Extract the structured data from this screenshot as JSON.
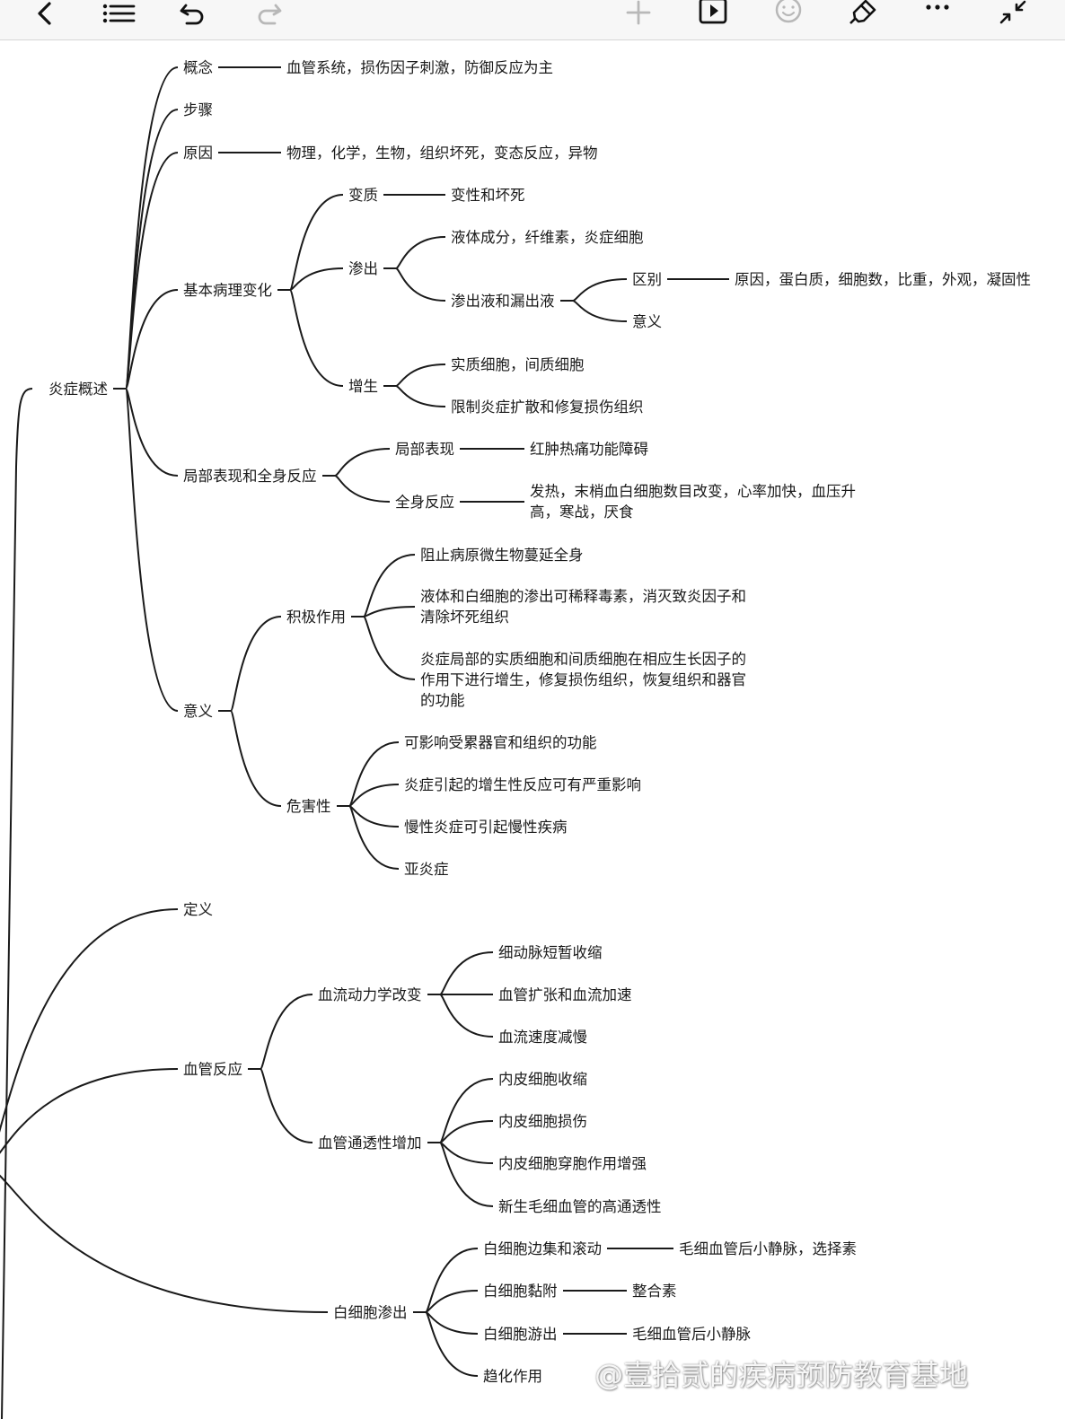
{
  "toolbar": {
    "icons": [
      "back-icon",
      "outline-list-icon",
      "undo-icon",
      "redo-icon",
      "add-icon",
      "play-icon",
      "emoji-icon",
      "format-brush-icon",
      "more-icon",
      "collapse-icon"
    ]
  },
  "mindmap": {
    "line_color": "#1a1a1a",
    "nodes": [
      {
        "id": "root",
        "label": "炎症概述"
      },
      {
        "id": "gainian",
        "label": "概念",
        "parent": "root"
      },
      {
        "id": "gainian_d",
        "label": "血管系统，损伤因子刺激，防御反应为主",
        "parent": "gainian"
      },
      {
        "id": "buzhou",
        "label": "步骤",
        "parent": "root"
      },
      {
        "id": "yuanyin",
        "label": "原因",
        "parent": "root"
      },
      {
        "id": "yuanyin_d",
        "label": "物理，化学，生物，组织坏死，变态反应，异物",
        "parent": "yuanyin"
      },
      {
        "id": "jiben",
        "label": "基本病理变化",
        "parent": "root"
      },
      {
        "id": "bianzhi",
        "label": "变质",
        "parent": "jiben"
      },
      {
        "id": "bianzhi_d",
        "label": "变性和坏死",
        "parent": "bianzhi"
      },
      {
        "id": "shenchu",
        "label": "渗出",
        "parent": "jiben"
      },
      {
        "id": "shenchu_1",
        "label": "液体成分，纤维素，炎症细胞",
        "parent": "shenchu"
      },
      {
        "id": "shenchu_2",
        "label": "渗出液和漏出液",
        "parent": "shenchu"
      },
      {
        "id": "qubie",
        "label": "区别",
        "parent": "shenchu_2"
      },
      {
        "id": "qubie_d",
        "label": "原因，蛋白质，细胞数，比重，外观，凝固性",
        "parent": "qubie"
      },
      {
        "id": "yiyi_s",
        "label": "意义",
        "parent": "shenchu_2"
      },
      {
        "id": "zengsheng",
        "label": "增生",
        "parent": "jiben"
      },
      {
        "id": "zs_1",
        "label": "实质细胞，间质细胞",
        "parent": "zengsheng"
      },
      {
        "id": "zs_2",
        "label": "限制炎症扩散和修复损伤组织",
        "parent": "zengsheng"
      },
      {
        "id": "jubu",
        "label": "局部表现和全身反应",
        "parent": "root"
      },
      {
        "id": "jbbx",
        "label": "局部表现",
        "parent": "jubu"
      },
      {
        "id": "jbbx_d",
        "label": "红肿热痛功能障碍",
        "parent": "jbbx"
      },
      {
        "id": "qsfy",
        "label": "全身反应",
        "parent": "jubu"
      },
      {
        "id": "qsfy_d",
        "label": "发热，末梢血白细胞数目改变，心率加快，血压升高，寒战，厌食",
        "parent": "qsfy"
      },
      {
        "id": "yiyi",
        "label": "意义",
        "parent": "root"
      },
      {
        "id": "jiji",
        "label": "积极作用",
        "parent": "yiyi"
      },
      {
        "id": "jiji_1",
        "label": "阻止病原微生物蔓延全身",
        "parent": "jiji"
      },
      {
        "id": "jiji_2",
        "label": "液体和白细胞的渗出可稀释毒素，消灭致炎因子和清除坏死组织",
        "parent": "jiji"
      },
      {
        "id": "jiji_3",
        "label": "炎症局部的实质细胞和间质细胞在相应生长因子的作用下进行增生，修复损伤组织，恢复组织和器官的功能",
        "parent": "jiji"
      },
      {
        "id": "weihai",
        "label": "危害性",
        "parent": "yiyi"
      },
      {
        "id": "wh_1",
        "label": "可影响受累器官和组织的功能",
        "parent": "weihai"
      },
      {
        "id": "wh_2",
        "label": "炎症引起的增生性反应可有严重影响",
        "parent": "weihai"
      },
      {
        "id": "wh_3",
        "label": "慢性炎症可引起慢性疾病",
        "parent": "weihai"
      },
      {
        "id": "wh_4",
        "label": "亚炎症",
        "parent": "weihai"
      },
      {
        "id": "root2",
        "label": ""
      },
      {
        "id": "dingyi",
        "label": "定义",
        "parent": "root2"
      },
      {
        "id": "xgfy",
        "label": "血管反应",
        "parent": "root2"
      },
      {
        "id": "xldl",
        "label": "血流动力学改变",
        "parent": "xgfy"
      },
      {
        "id": "xldl_1",
        "label": "细动脉短暂收缩",
        "parent": "xldl"
      },
      {
        "id": "xldl_2",
        "label": "血管扩张和血流加速",
        "parent": "xldl"
      },
      {
        "id": "xldl_3",
        "label": "血流速度减慢",
        "parent": "xldl"
      },
      {
        "id": "xgtt",
        "label": "血管通透性增加",
        "parent": "xgfy"
      },
      {
        "id": "xgtt_1",
        "label": "内皮细胞收缩",
        "parent": "xgtt"
      },
      {
        "id": "xgtt_2",
        "label": "内皮细胞损伤",
        "parent": "xgtt"
      },
      {
        "id": "xgtt_3",
        "label": "内皮细胞穿胞作用增强",
        "parent": "xgtt"
      },
      {
        "id": "xgtt_4",
        "label": "新生毛细血管的高通透性",
        "parent": "xgtt"
      },
      {
        "id": "bxb",
        "label": "白细胞渗出",
        "parent": "root2"
      },
      {
        "id": "bxb_1",
        "label": "白细胞边集和滚动",
        "parent": "bxb"
      },
      {
        "id": "bxb_1d",
        "label": "毛细血管后小静脉，选择素",
        "parent": "bxb_1"
      },
      {
        "id": "bxb_2",
        "label": "白细胞黏附",
        "parent": "bxb"
      },
      {
        "id": "bxb_2d",
        "label": "整合素",
        "parent": "bxb_2"
      },
      {
        "id": "bxb_3",
        "label": "白细胞游出",
        "parent": "bxb"
      },
      {
        "id": "bxb_3d",
        "label": "毛细血管后小静脉",
        "parent": "bxb_3"
      },
      {
        "id": "bxb_4",
        "label": "趋化作用",
        "parent": "bxb"
      }
    ]
  },
  "watermark": " @壹拾贰的疾病预防教育基地"
}
